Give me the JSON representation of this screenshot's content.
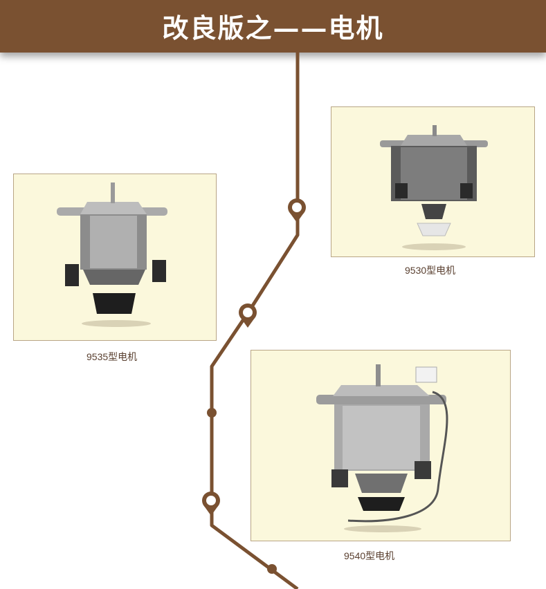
{
  "header": {
    "title": "改良版之——电机"
  },
  "motors": [
    {
      "caption": "9530型电机",
      "image": "motor-icon"
    },
    {
      "caption": "9535型电机",
      "image": "motor-icon"
    },
    {
      "caption": "9540型电机",
      "image": "motor-icon"
    }
  ],
  "colors": {
    "banner": "#7a5131",
    "route": "#7a5131",
    "card_bg": "#fbf8dc",
    "card_border": "#b8a585"
  }
}
